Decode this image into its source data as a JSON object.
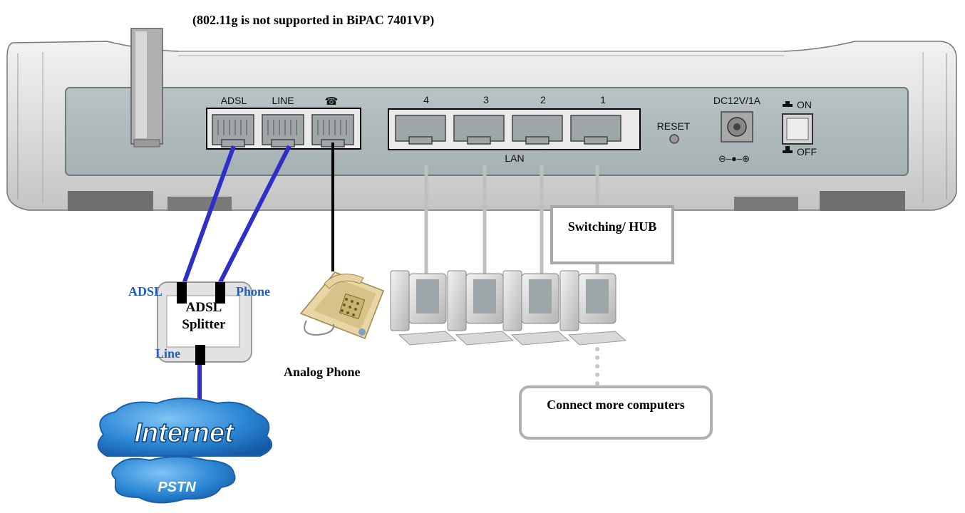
{
  "note": "(802.11g is not supported in BiPAC 7401VP)",
  "router": {
    "port_labels": {
      "adsl": "ADSL",
      "line": "LINE",
      "phone_symbol": "☎"
    },
    "lan_numbers": [
      "4",
      "3",
      "2",
      "1"
    ],
    "lan_label": "LAN",
    "reset_label": "RESET",
    "power_label": "DC12V/1A",
    "polarity": "⊖–●–⊕",
    "switch_on": "ON",
    "switch_off": "OFF"
  },
  "splitter": {
    "title": "ADSL Splitter",
    "adsl_label": "ADSL",
    "phone_label": "Phone",
    "line_label": "Line"
  },
  "phone_caption": "Analog Phone",
  "hub_label": "Switching/ HUB",
  "more_label": "Connect more computers",
  "cloud": {
    "internet": "Internet",
    "pstn": "PSTN"
  },
  "icons": [
    "antenna-icon",
    "telephone-icon",
    "desktop-computer-icon",
    "cloud-icon"
  ],
  "colors": {
    "cable_blue": "#2f2fc8",
    "lan_gray": "#bfbfbf",
    "label_blue": "#1f5fbf",
    "cloud_blue": "#1e74c6"
  }
}
